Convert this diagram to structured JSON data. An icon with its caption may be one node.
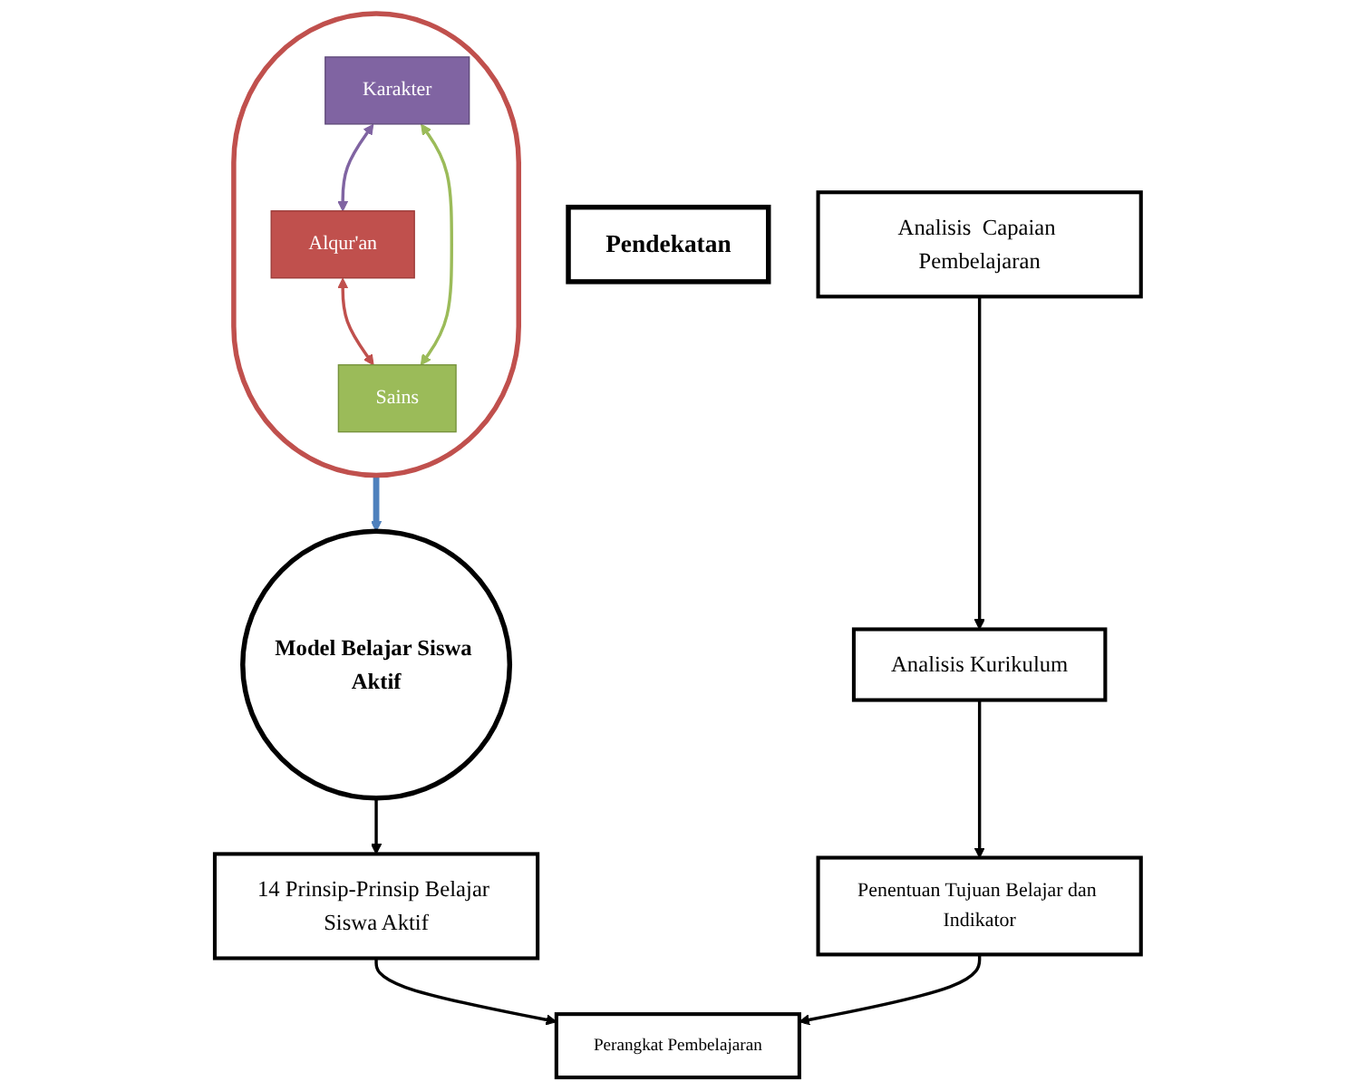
{
  "diagram": {
    "nodes": [
      {
        "text": [
          "Pendekatan"
        ]
      },
      {
        "text": [],
        "shape": "ellipse"
      },
      {
        "text": [
          "Alqur'an"
        ],
        "in": 1
      },
      {
        "text": [
          "Karakter"
        ],
        "in": 1
      },
      {
        "text": [
          "Sains"
        ],
        "in": 1
      },
      {
        "text": [
          "Model Belajar Siswa Aktif"
        ]
      },
      {
        "text": [
          "Analisis  Capaian Pembelajaran"
        ]
      },
      {
        "text": [
          "14 Prinsip-Prinsip Belajar Siswa Aktif"
        ]
      },
      {
        "text": [
          "Analisis Kurikulum"
        ]
      },
      {
        "text": [
          "Perangkat Pembelajaran"
        ]
      },
      {
        "text": [
          "Penentuan Tujuan Belajar dan Indikator"
        ]
      }
    ],
    "edges": [
      {
        "from": 2,
        "to": 4,
        "arrow": "both",
        "color": "#c0504d"
      },
      {
        "from": 3,
        "to": 2,
        "arrow": "both",
        "color": "#8064a2"
      },
      {
        "from": 3,
        "to": 4,
        "arrow": "both",
        "color": "#9bbb59"
      },
      {
        "from": 1,
        "to": 5,
        "arrow": "to",
        "style": "thick",
        "color": "#4f81bd"
      },
      {
        "from": 5,
        "to": 7,
        "arrow": "to"
      },
      {
        "from": 6,
        "to": 8,
        "arrow": "to"
      },
      {
        "from": 8,
        "to": 10,
        "arrow": "to"
      },
      {
        "from": 7,
        "to": 9,
        "arrow": "to"
      },
      {
        "from": 10,
        "to": 9,
        "arrow": "to"
      }
    ]
  }
}
